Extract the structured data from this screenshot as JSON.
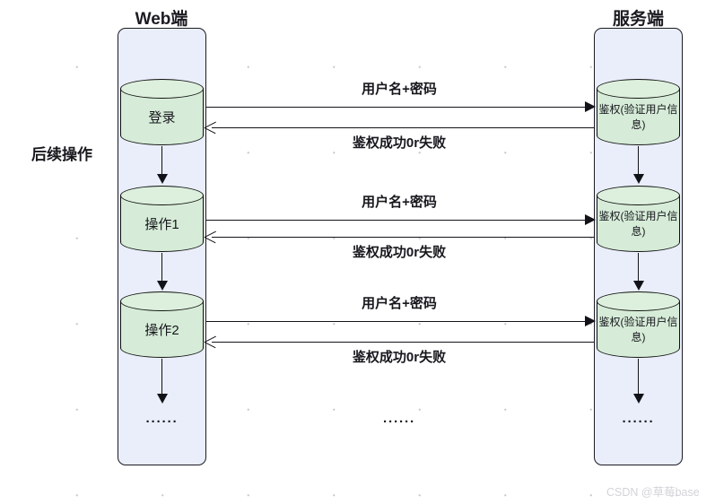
{
  "diagram": {
    "type": "sequence-diagram",
    "lifelines": [
      {
        "id": "web",
        "title": "Web端",
        "steps": [
          {
            "label": "登录"
          },
          {
            "label": "操作1"
          },
          {
            "label": "操作2"
          }
        ],
        "ellipsis": "······"
      },
      {
        "id": "server",
        "title": "服务端",
        "steps": [
          {
            "label": "鉴权(验证用户信息)"
          },
          {
            "label": "鉴权(验证用户信息)"
          },
          {
            "label": "鉴权(验证用户信息)"
          }
        ],
        "ellipsis": "······"
      }
    ],
    "exchanges": [
      {
        "request": "用户名+密码",
        "response": "鉴权成功0r失败"
      },
      {
        "request": "用户名+密码",
        "response": "鉴权成功0r失败"
      },
      {
        "request": "用户名+密码",
        "response": "鉴权成功0r失败"
      }
    ],
    "side_note": "后续操作",
    "middle_ellipsis": "······",
    "watermark": "CSDN @草莓base",
    "colors": {
      "lifeline_fill": "#e9eefa",
      "cylinder_fill": "#d6ecd8",
      "stroke": "#14141a",
      "background": "#ffffff",
      "grid_dot": "#c9c9d4",
      "watermark": "#d3d3d8"
    }
  }
}
